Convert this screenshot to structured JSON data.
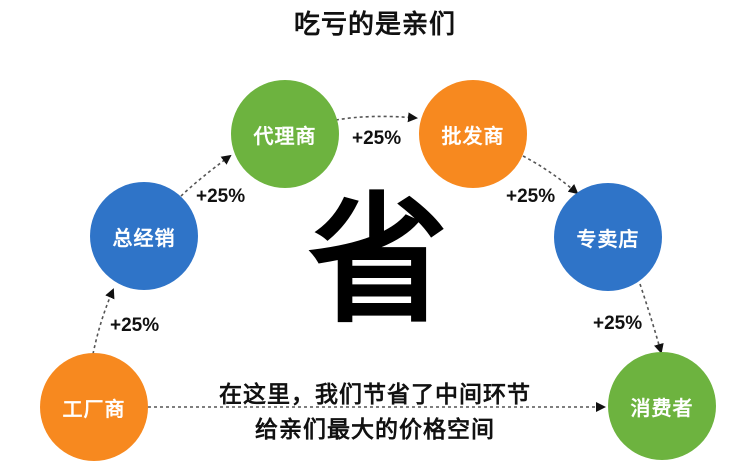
{
  "title": "吃亏的是亲们",
  "center_char": "省",
  "caption": {
    "line1": "在这里，我们节省了中间环节",
    "line2": "给亲们最大的价格空间"
  },
  "colors": {
    "orange": "#f7891f",
    "blue": "#2f74c8",
    "green": "#6db33f",
    "text": "#111111"
  },
  "nodes": [
    {
      "id": "factory",
      "label": "工厂商",
      "color": "orange"
    },
    {
      "id": "general-distributor",
      "label": "总经销",
      "color": "blue"
    },
    {
      "id": "agent",
      "label": "代理商",
      "color": "green"
    },
    {
      "id": "wholesaler",
      "label": "批发商",
      "color": "orange"
    },
    {
      "id": "retail-store",
      "label": "专卖店",
      "color": "blue"
    },
    {
      "id": "consumer",
      "label": "消费者",
      "color": "green"
    }
  ],
  "markups": [
    {
      "from": "工厂商",
      "to": "总经销",
      "label": "+25%"
    },
    {
      "from": "总经销",
      "to": "代理商",
      "label": "+25%"
    },
    {
      "from": "代理商",
      "to": "批发商",
      "label": "+25%"
    },
    {
      "from": "批发商",
      "to": "专卖店",
      "label": "+25%"
    },
    {
      "from": "专卖店",
      "to": "消费者",
      "label": "+25%"
    }
  ],
  "direct_link": {
    "from": "工厂商",
    "to": "消费者"
  }
}
